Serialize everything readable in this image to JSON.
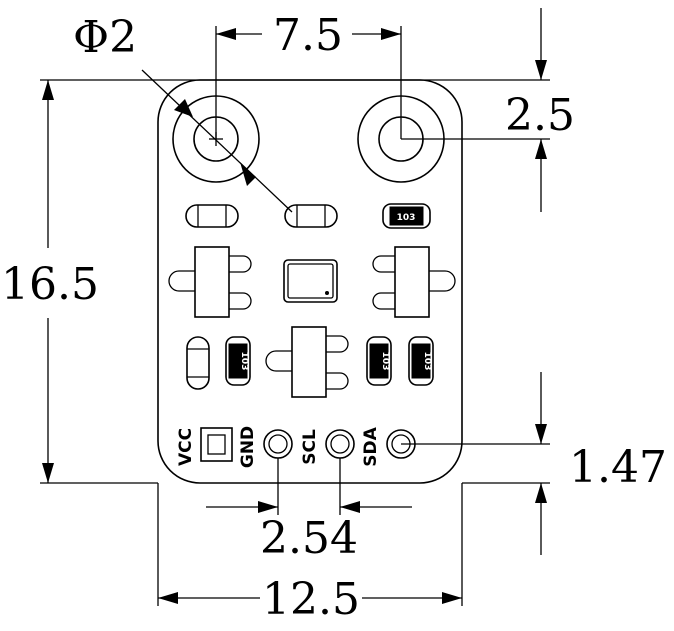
{
  "dimensions": {
    "hole_diameter": "Φ2",
    "hole_spacing": "7.5",
    "hole_offset": "2.5",
    "board_height": "16.5",
    "pin_offset": "1.47",
    "pin_pitch": "2.54",
    "board_width": "12.5"
  },
  "pins": [
    "VCC",
    "GND",
    "SCL",
    "SDA"
  ],
  "resistor_code": "103"
}
